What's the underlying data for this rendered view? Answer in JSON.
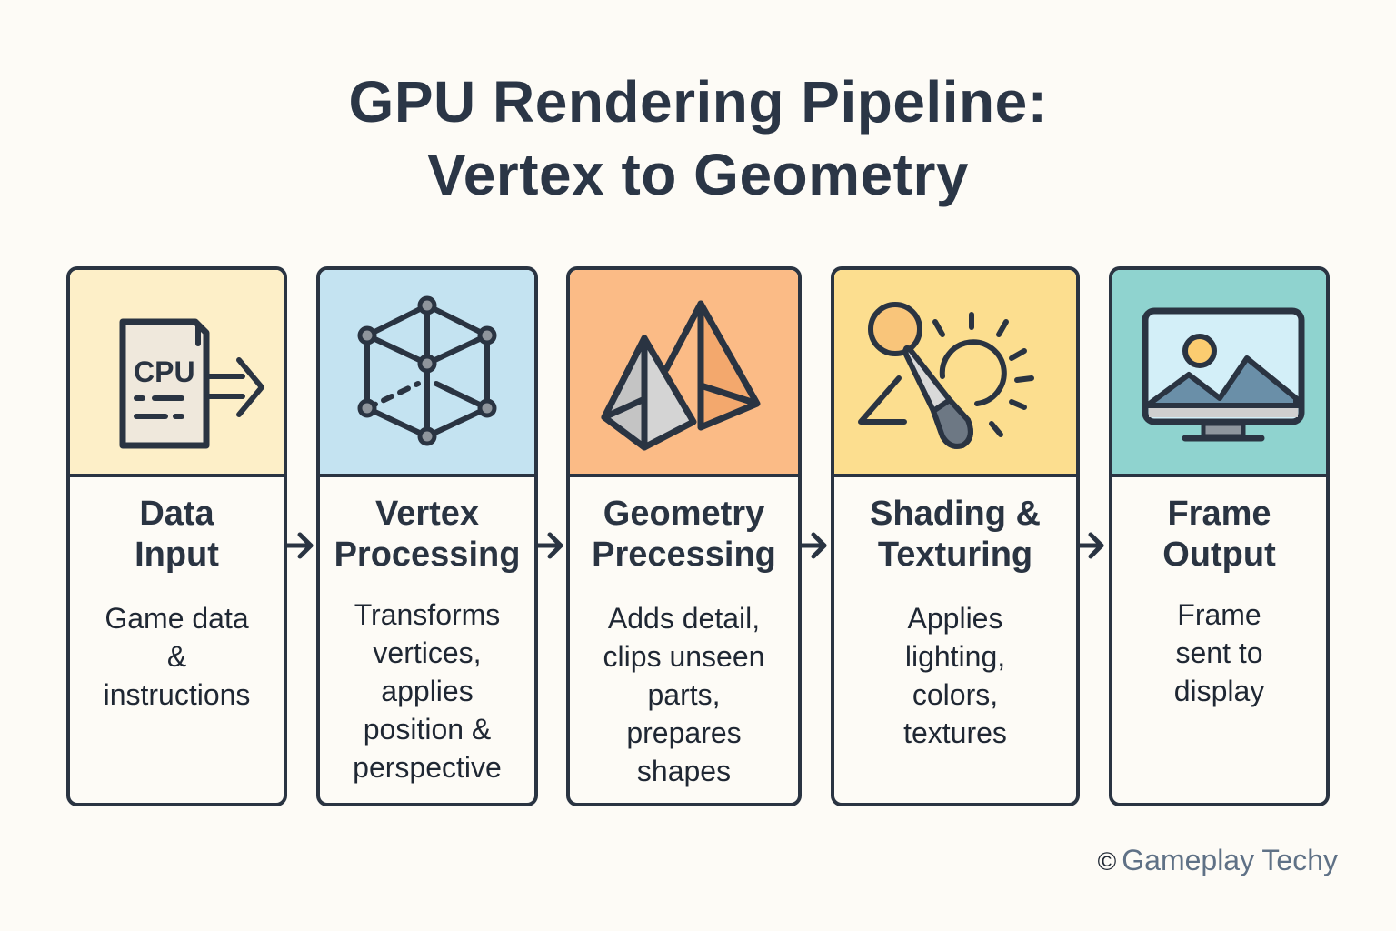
{
  "title": {
    "line1": "GPU Rendering Pipeline:",
    "line2": "Vertex to Geometry"
  },
  "stages": [
    {
      "icon": "cpu-document-arrow-icon",
      "icon_label": "CPU",
      "panel_color": "#fdefc8",
      "heading": "Data\nInput",
      "description": "Game data\n&\ninstructions"
    },
    {
      "icon": "wireframe-cube-icon",
      "panel_color": "#c4e3f1",
      "heading": "Vertex\nProcessing",
      "description": "Transforms\nvertices,\napplies\nposition &\nperspective"
    },
    {
      "icon": "pyramids-icon",
      "panel_color": "#fbbb86",
      "heading": "Geometry\nPrecessing",
      "description": "Adds detail,\nclips unseen\nparts,\nprepares\nshapes"
    },
    {
      "icon": "shading-brush-sun-icon",
      "panel_color": "#fcde8f",
      "heading": "Shading &\nTexturing",
      "description": "Applies\nlighting,\ncolors,\ntextures"
    },
    {
      "icon": "monitor-landscape-icon",
      "panel_color": "#8fd3cf",
      "heading": "Frame\nOutput",
      "description": "Frame\nsent to\ndisplay"
    }
  ],
  "credit": {
    "symbol": "©",
    "text": "Gameplay Techy"
  }
}
